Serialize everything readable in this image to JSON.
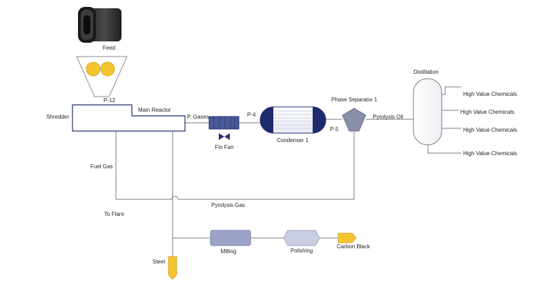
{
  "labels": {
    "feed": "Feed",
    "p12": "P-12",
    "shredder": "Shredder",
    "main_reactor": "Main Reactor",
    "p_gases": "P. Gases",
    "p4": "P-4",
    "fin_fan": "Fin Fan",
    "condenser": "Condenser 1",
    "phase_separator": "Phase Separator 1",
    "p5": "P-5",
    "pyrolysis_oil": "Pyrolysis Oil",
    "distillation": "Distillation",
    "hvc1": "High Value Chemicals",
    "hvc2": "High Value Chemicals",
    "hvc3": "High Value Chemicals",
    "hvc4": "High Value Chemicals",
    "fuel_gas": "Fuel Gas",
    "pyrolysis_gas": "Pyrolysis Gas",
    "to_flare": "To Flare",
    "milling": "Milling",
    "polishing": "Polishing",
    "carbon_black": "Carbon Black",
    "steel": "Steel"
  },
  "icons": {
    "feed": "tire-stack-icon",
    "hopper": "hopper-icon",
    "fin_fan": "fin-fan-icon",
    "valve": "valve-icon",
    "condenser": "condenser-icon",
    "separator": "phase-separator-icon",
    "distillation": "distillation-column-icon",
    "milling": "milling-icon",
    "polishing": "polishing-icon",
    "carbon_black": "carbon-black-tag-icon",
    "steel": "steel-tag-icon"
  },
  "colors": {
    "line": "#7a7a7a",
    "yellow": "#f5c530",
    "navy": "#1f2b6e",
    "steelblue": "#4a5a98",
    "lavender": "#9da3c8",
    "pale_lavender": "#c9cde2",
    "separator": "#8a8fa8"
  }
}
